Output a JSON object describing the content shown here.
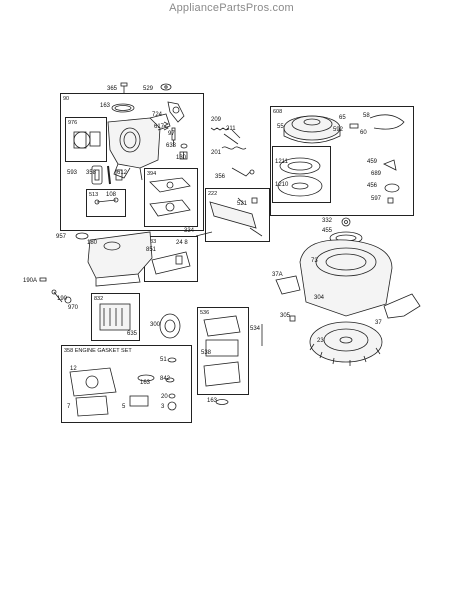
{
  "header": {
    "site_name": "AppliancePartsPros.com"
  },
  "callouts": {
    "c365": "365",
    "c529": "529",
    "c90": "90",
    "c163a": "163",
    "c724": "724",
    "c976": "976",
    "c617": "617",
    "c97": "97",
    "c633": "633",
    "c130": "130",
    "c593": "593",
    "c358": "358",
    "c612": "612",
    "c394": "394",
    "c513": "513",
    "c108": "108",
    "c209": "209",
    "c211": "211",
    "c201": "201",
    "c356": "356",
    "c222": "222",
    "c521": "521",
    "c608": "608",
    "c55": "55",
    "c65": "65",
    "c58": "58",
    "c592": "592",
    "c60": "60",
    "c1211": "1211",
    "c1210": "1210",
    "c459": "459",
    "c689": "689",
    "c456": "456",
    "c597": "597",
    "c957": "957",
    "c180": "180",
    "c333": "333",
    "c851": "851",
    "c248": "24 8",
    "c334": "334",
    "c332": "332",
    "c455": "455",
    "c73": "73",
    "c37A": "37A",
    "c304": "304",
    "c190A": "190A",
    "c190": "190",
    "c970": "970",
    "c832": "832",
    "c300": "300",
    "c635": "635",
    "c536": "536",
    "c534": "534",
    "c305": "305",
    "c37": "37",
    "c23": "23",
    "c538": "538",
    "c163d": "163",
    "c12": "12",
    "c163b": "163",
    "c842": "842",
    "c51": "51",
    "c7": "7",
    "c5": "5",
    "c20": "20",
    "c3": "3"
  },
  "gasket_set": {
    "label": "358 ENGINE GASKET SET"
  }
}
